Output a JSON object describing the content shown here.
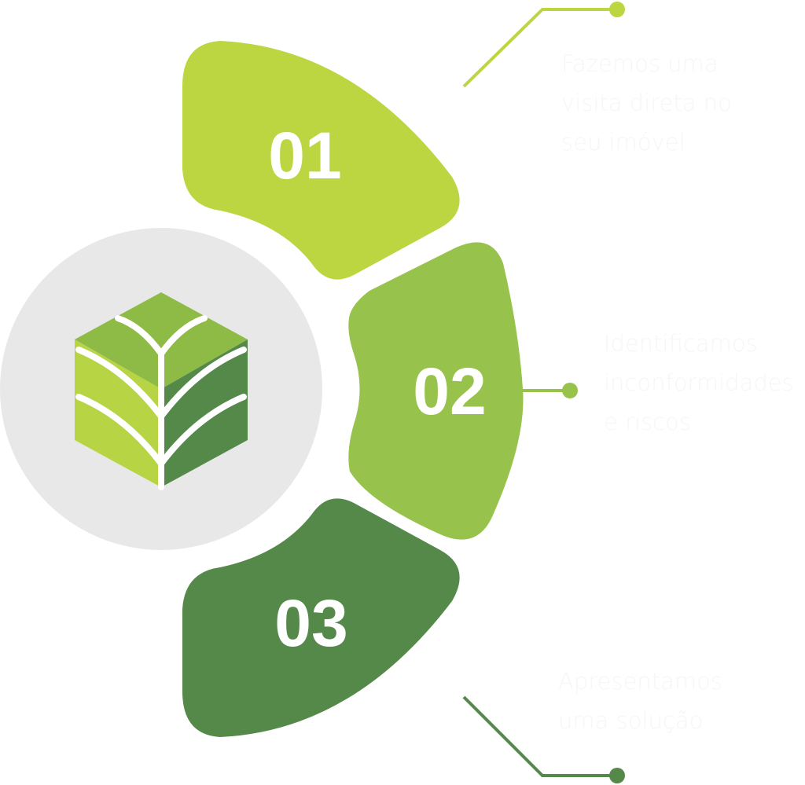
{
  "steps": [
    {
      "number": "01",
      "text_lines": [
        "Fazemos uma",
        "visita direta no",
        "seu imóvel"
      ],
      "color": "#bcd642"
    },
    {
      "number": "02",
      "text_lines": [
        "Identificamos",
        "inconformidades",
        "e riscos"
      ],
      "color": "#97c24b"
    },
    {
      "number": "03",
      "text_lines": [
        "Apresentamos",
        "uma solução"
      ],
      "color": "#55894a"
    }
  ],
  "colors": {
    "circle": "#e8e8e8",
    "text": "#f6f6f6"
  },
  "logo_icon": "leaf-cube-icon"
}
